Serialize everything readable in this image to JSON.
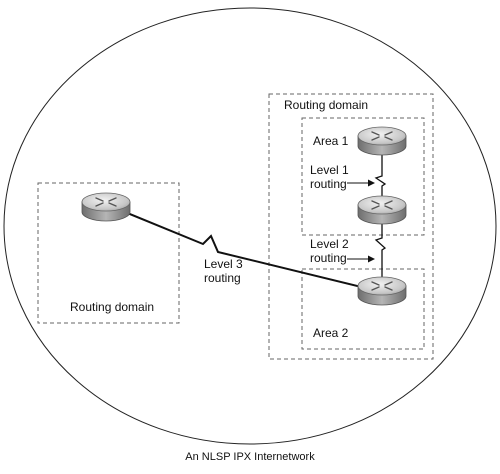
{
  "diagram": {
    "caption": "An NLSP IPX Internetwork",
    "left_domain": {
      "label": "Routing domain"
    },
    "right_domain": {
      "label": "Routing domain",
      "area1": {
        "label": "Area 1"
      },
      "area2": {
        "label": "Area 2"
      }
    },
    "links": {
      "level1": [
        "Level 1",
        "routing"
      ],
      "level2": [
        "Level 2",
        "routing"
      ],
      "level3": [
        "Level 3",
        "routing"
      ]
    },
    "colors": {
      "outline": "#222222",
      "dashed_box": "#666666",
      "router_top": "#d6d6d6",
      "router_side": "#8a8a8a"
    }
  }
}
